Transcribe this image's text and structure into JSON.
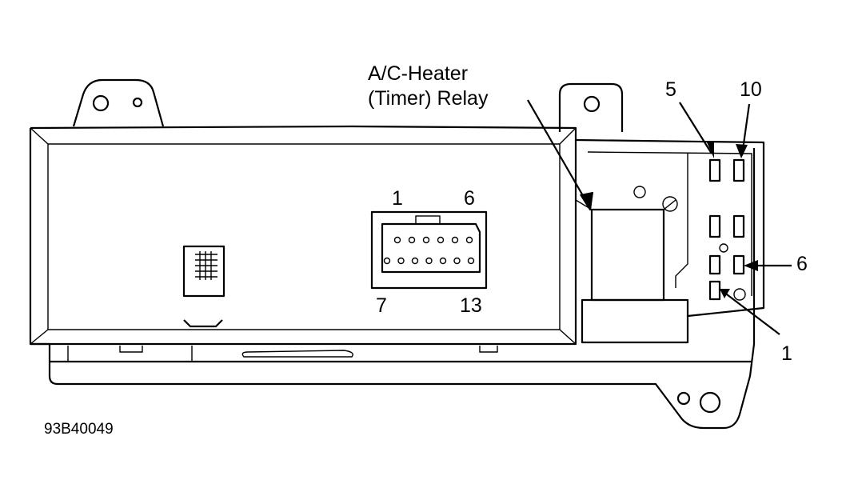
{
  "relay_label": {
    "line1": "A/C-Heater",
    "line2": "(Timer) Relay"
  },
  "connector": {
    "pin_top_left": "1",
    "pin_top_right": "6",
    "pin_bottom_left": "7",
    "pin_bottom_right": "13"
  },
  "callouts": {
    "top_left": "5",
    "top_right": "10",
    "right": "6",
    "bottom_right": "1"
  },
  "figure_id": "93B40049"
}
